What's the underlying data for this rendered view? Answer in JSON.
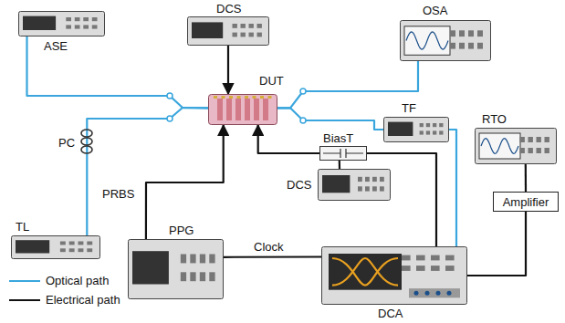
{
  "diagram": {
    "nodes": [
      {
        "text": [
          "ASE"
        ]
      },
      {
        "text": [
          "DCS"
        ]
      },
      {
        "text": [
          "DUT"
        ]
      },
      {
        "text": [
          "OSA"
        ]
      },
      {
        "text": [
          "TL"
        ]
      },
      {
        "text": [
          "TF"
        ]
      },
      {
        "text": [
          "RTO"
        ]
      },
      {
        "text": [
          "BiasT"
        ]
      },
      {
        "text": [
          "DCS"
        ]
      },
      {
        "text": [
          "PPG"
        ]
      },
      {
        "text": [
          "Amplifier"
        ]
      },
      {
        "text": [
          "DCA"
        ]
      }
    ],
    "edges": [
      {
        "from": 0,
        "to": 2,
        "arrow": "none"
      },
      {
        "from": 4,
        "to": 2,
        "arrow": "none"
      },
      {
        "from": 2,
        "to": 3,
        "arrow": "none"
      },
      {
        "from": 2,
        "to": 5,
        "arrow": "none"
      },
      {
        "from": 1,
        "to": 2,
        "arrow": "to"
      },
      {
        "from": 9,
        "to": 2,
        "label": "PRBS",
        "arrow": "to"
      },
      {
        "from": 7,
        "to": 2,
        "arrow": "to"
      },
      {
        "from": 8,
        "to": 7,
        "arrow": "none"
      },
      {
        "from": 11,
        "to": 7,
        "arrow": "none"
      },
      {
        "from": 9,
        "to": 11,
        "label": "Clock",
        "arrow": "none"
      },
      {
        "from": 5,
        "to": 11,
        "arrow": "none"
      },
      {
        "from": 10,
        "to": 6,
        "arrow": "none"
      },
      {
        "from": 10,
        "to": 11,
        "arrow": "none"
      }
    ],
    "labels": [
      "PC"
    ],
    "legend": [
      {
        "text": "Optical path"
      },
      {
        "text": "Electrical path"
      }
    ]
  }
}
